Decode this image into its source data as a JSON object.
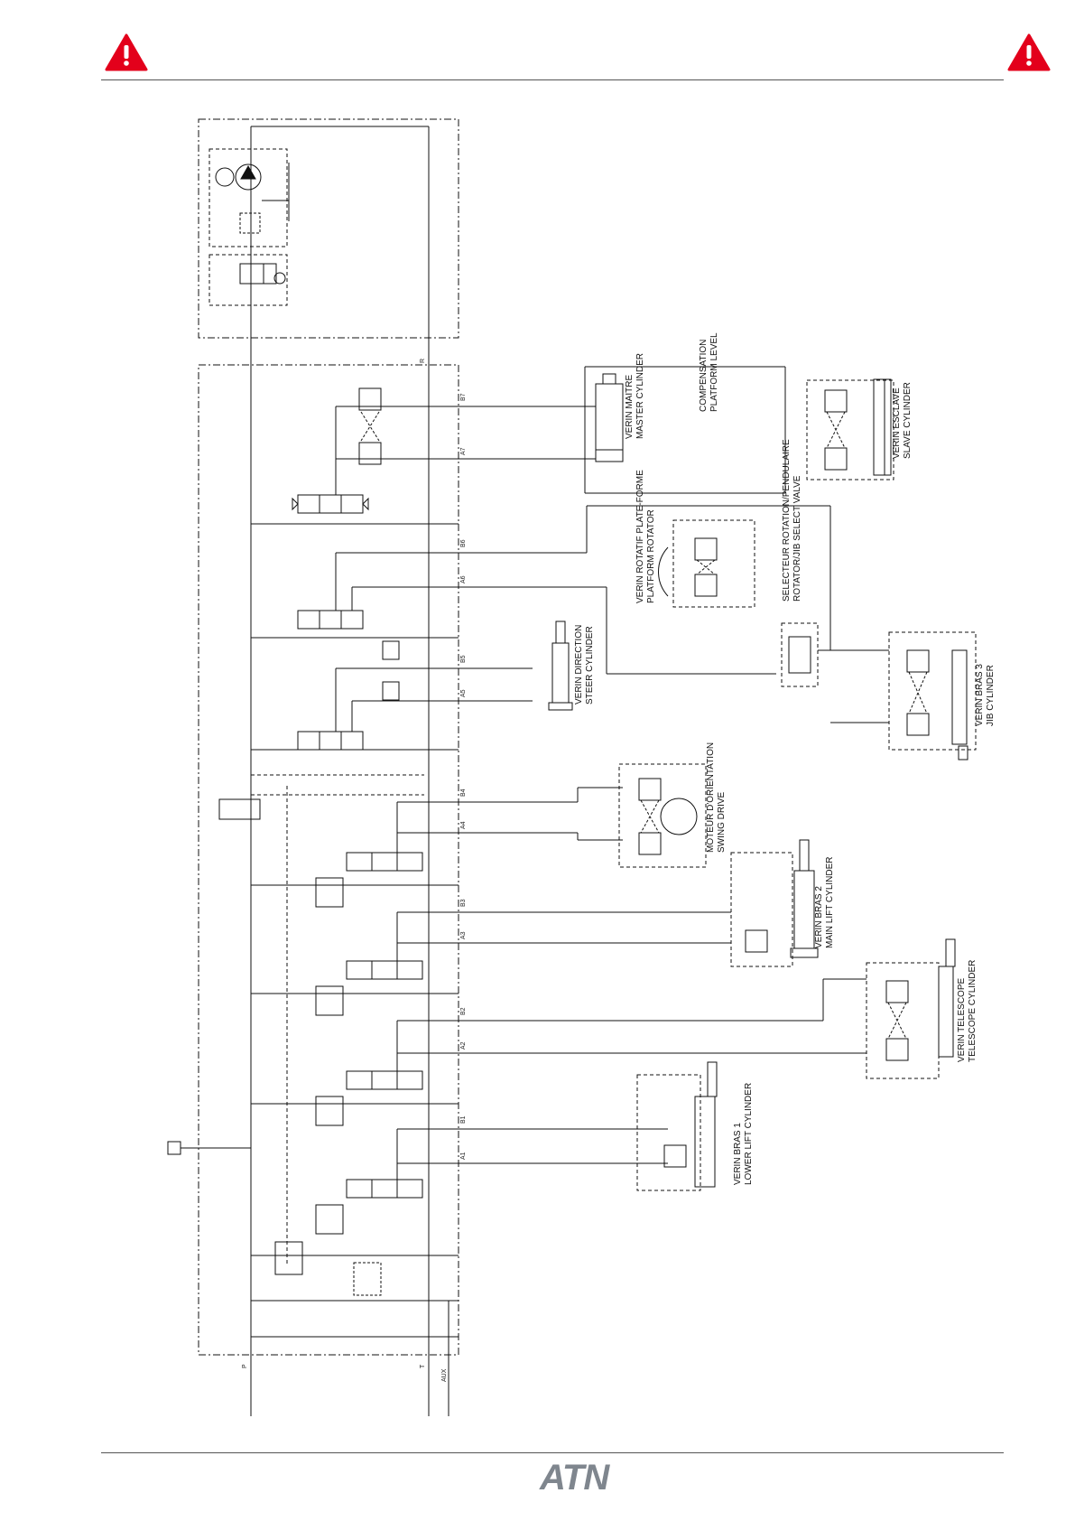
{
  "brand": {
    "logo_text": "ATN"
  },
  "icons": {
    "warning": "warning-triangle-icon",
    "accent_color": "#e3001b"
  },
  "colors": {
    "line": "#111111",
    "logo": "#7f868e"
  },
  "port_labels": {
    "b7": "B7",
    "a7": "A7",
    "b6": "B6",
    "a6": "A6",
    "b5": "B5",
    "a5": "A5",
    "b4": "B4",
    "a4": "A4",
    "b3": "B3",
    "a3": "A3",
    "b2": "B2",
    "a2": "A2",
    "b1": "B1",
    "a1": "A1",
    "p": "P",
    "t": "T",
    "aux": "AUX",
    "r": "R"
  },
  "components": {
    "compensation_platform_level": [
      "COMPENSATION",
      "PLATFORM LEVEL"
    ],
    "master_cylinder": [
      "VERIN MAITRE",
      "MASTER CYLINDER"
    ],
    "slave_cylinder": [
      "VERIN ESCLAVE",
      "SLAVE CYLINDER"
    ],
    "platform_rotator": [
      "VERIN ROTATIF PLATE-FORME",
      "PLATFORM ROTATOR"
    ],
    "selector_valve": [
      "SELECTEUR ROTATION/PENDULAIRE",
      "ROTATOR/JIB SELECT VALVE"
    ],
    "steer_cylinder": [
      "VERIN DIRECTION",
      "STEER CYLINDER"
    ],
    "jib_cylinder": [
      "VERIN BRAS 3",
      "JIB CYLINDER"
    ],
    "swing_drive": [
      "MOTEUR D'ORIENTATION",
      "SWING DRIVE"
    ],
    "main_lift_cylinder": [
      "VERIN BRAS 2",
      "MAIN LIFT CYLINDER"
    ],
    "telescope_cylinder": [
      "VERIN TELESCOPE",
      "TELESCOPE CYLINDER"
    ],
    "lower_lift_cylinder": [
      "VERIN BRAS 1",
      "LOWER LIFT CYLINDER"
    ]
  }
}
